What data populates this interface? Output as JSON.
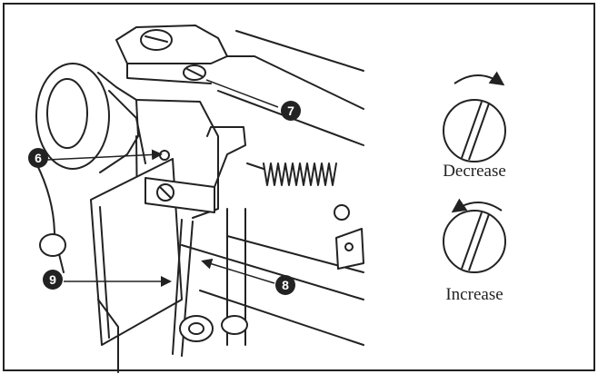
{
  "callouts": {
    "c6": "6",
    "c7": "7",
    "c8": "8",
    "c9": "9"
  },
  "legend": {
    "decrease_label": "Decrease",
    "increase_label": "Increase"
  },
  "colors": {
    "ink": "#222222",
    "paper": "#ffffff",
    "screw_fill": "#e8e8e8"
  }
}
